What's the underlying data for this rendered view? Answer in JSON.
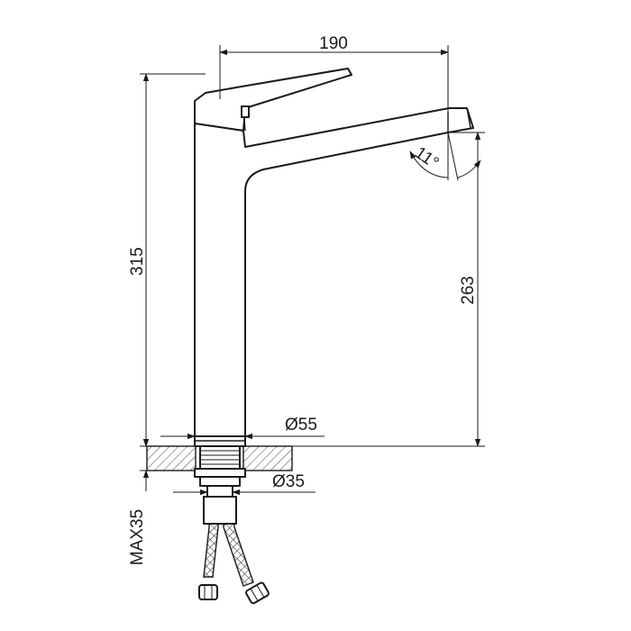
{
  "dimensions": {
    "spout_reach": "190",
    "total_height": "315",
    "spout_height": "263",
    "base_diameter": "Ø55",
    "shank_diameter": "Ø35",
    "max_counter_thickness": "MAX35",
    "spout_angle": "11°"
  },
  "colors": {
    "line": "#1a1a1a",
    "background": "#ffffff"
  }
}
